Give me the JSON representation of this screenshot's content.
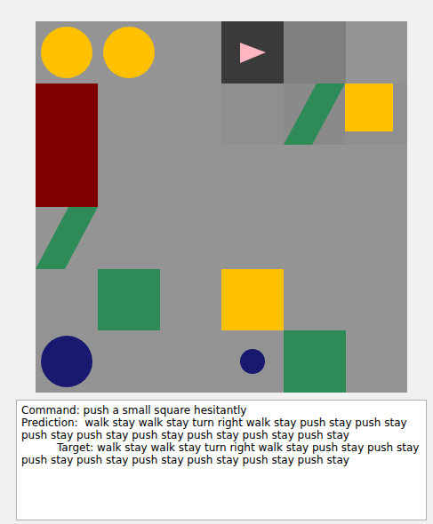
{
  "diagram": {
    "nodes": [
      {
        "text": [
          "Command: push a small square hesitantly",
          "Prediction:  walk stay walk stay turn right walk stay push stay push stay push stay push stay push stay push stay push stay push stay",
          "Target: walk stay walk stay turn right walk stay push stay push stay push stay push stay push stay push stay push stay push stay"
        ]
      }
    ]
  }
}
